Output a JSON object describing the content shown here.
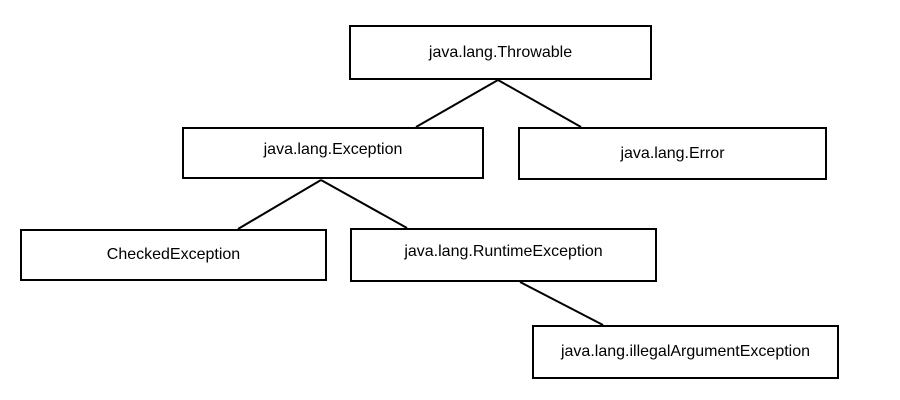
{
  "nodes": {
    "throwable": "java.lang.Throwable",
    "exception": "java.lang.Exception",
    "error": "java.lang.Error",
    "checked": "CheckedException",
    "runtime": "java.lang.RuntimeException",
    "illegal": "java.lang.illegalArgumentException"
  },
  "edges": [
    {
      "from": "java.lang.Throwable",
      "to": "java.lang.Exception"
    },
    {
      "from": "java.lang.Throwable",
      "to": "java.lang.Error"
    },
    {
      "from": "java.lang.Exception",
      "to": "CheckedException"
    },
    {
      "from": "java.lang.Exception",
      "to": "java.lang.RuntimeException"
    },
    {
      "from": "java.lang.RuntimeException",
      "to": "java.lang.illegalArgumentException"
    }
  ],
  "colors": {
    "stroke": "#000000",
    "fill": "#ffffff",
    "text": "#000000"
  }
}
